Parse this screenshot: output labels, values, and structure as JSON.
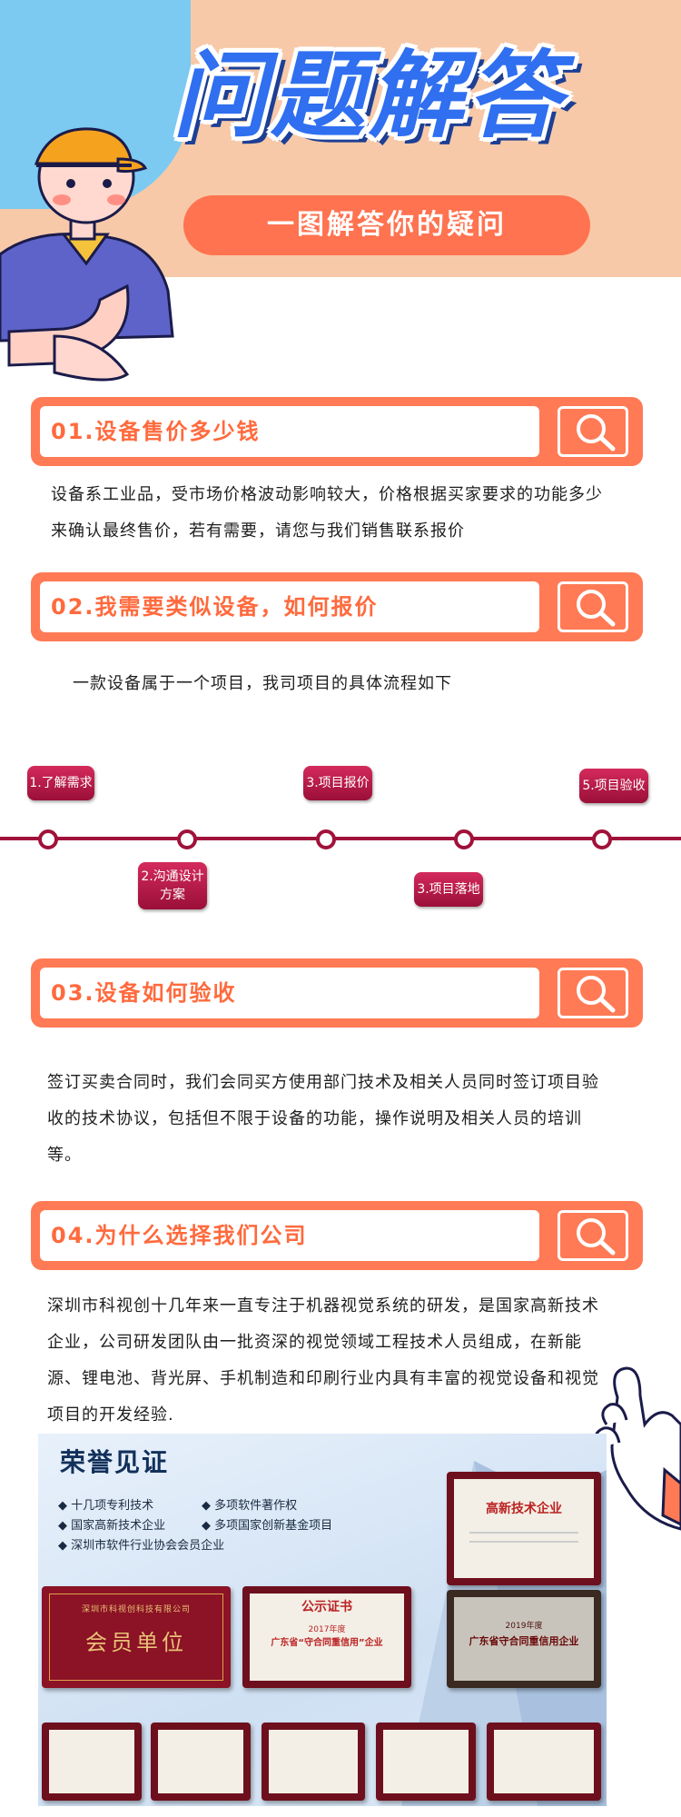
{
  "header": {
    "title": "问题解答",
    "subtitle": "一图解答你的疑问"
  },
  "sections": [
    {
      "label": "01.设备售价多少钱",
      "body": "设备系工业品，受市场价格波动影响较大，价格根据买家要求的功能多少来确认最终售价，若有需要，请您与我们销售联系报价"
    },
    {
      "label": "02.我需要类似设备，如何报价",
      "body": "一款设备属于一个项目，我司项目的具体流程如下"
    },
    {
      "label": "03.设备如何验收",
      "body": "签订买卖合同时，我们会同买方使用部门技术及相关人员同时签订项目验收的技术协议，包括但不限于设备的功能，操作说明及相关人员的培训等。"
    },
    {
      "label": "04.为什么选择我们公司",
      "body": "深圳市科视创十几年来一直专注于机器视觉系统的研发，是国家高新技术企业，公司研发团队由一批资深的视觉领域工程技术人员组成，在新能源、锂电池、背光屏、手机制造和印刷行业内具有丰富的视觉设备和视觉项目的开发经验."
    }
  ],
  "timeline": {
    "steps": [
      "1.了解需求",
      "2.沟通设计方案",
      "3.项目报价",
      "3.项目落地",
      "5.项目验收"
    ]
  },
  "honors": {
    "title": "荣誉见证",
    "items": [
      "十几项专利技术",
      "多项软件著作权",
      "国家高新技术企业",
      "多项国家创新基金项目",
      "深圳市软件行业协会会员企业"
    ],
    "certs": {
      "high_tech": "高新技术企业",
      "member_org": "深圳市科视创科技有限公司",
      "member": "会员单位",
      "public_notice": "公示证书",
      "contract_year": "2017年度",
      "contract": "广东省“守合同重信用”企业",
      "credit_year": "2019年度",
      "credit": "广东省守合同重信用企业"
    }
  },
  "colors": {
    "accent": "#ff7a55",
    "title_blue": "#2f6ff0",
    "timeline": "#a0123a"
  }
}
